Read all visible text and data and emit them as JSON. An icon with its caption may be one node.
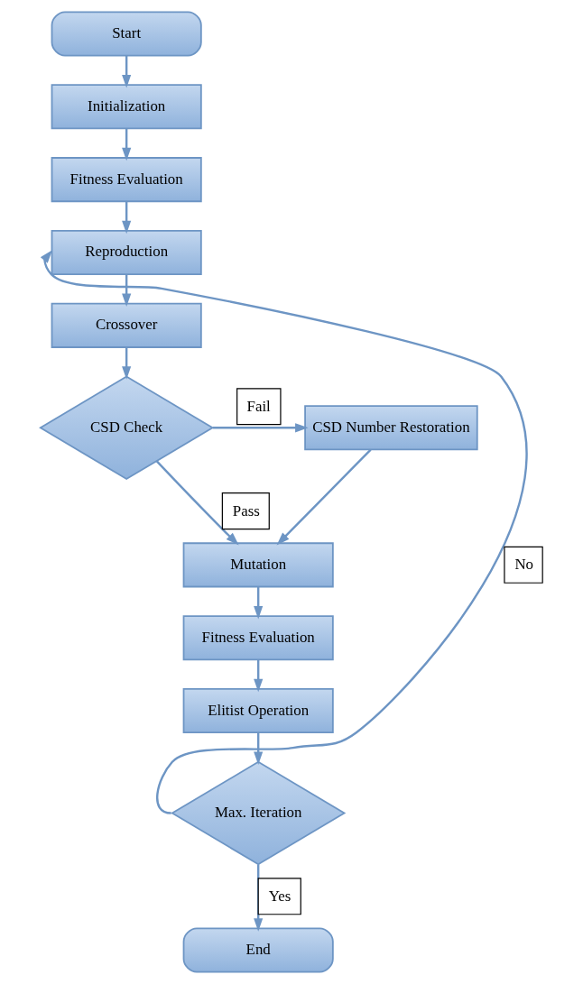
{
  "diagram": {
    "nodes": [
      {
        "text": [
          "Start"
        ]
      },
      {
        "text": [
          "Initialization"
        ]
      },
      {
        "text": [
          "Fitness Evaluation"
        ]
      },
      {
        "text": [
          "Reproduction"
        ]
      },
      {
        "text": [
          "Crossover"
        ]
      },
      {
        "text": [
          "CSD Check"
        ]
      },
      {
        "text": [
          "CSD Number Restoration"
        ]
      },
      {
        "text": [
          "Mutation"
        ]
      },
      {
        "text": [
          "Fitness Evaluation"
        ]
      },
      {
        "text": [
          "Elitist Operation"
        ]
      },
      {
        "text": [
          "Max. Iteration"
        ]
      },
      {
        "text": [
          "End"
        ]
      }
    ],
    "edges": [
      {
        "from": 0,
        "to": 1,
        "arrow": "to"
      },
      {
        "from": 1,
        "to": 2,
        "arrow": "to"
      },
      {
        "from": 2,
        "to": 3,
        "arrow": "to"
      },
      {
        "from": 3,
        "to": 4,
        "arrow": "to"
      },
      {
        "from": 4,
        "to": 5,
        "arrow": "to"
      },
      {
        "from": 5,
        "to": 6,
        "arrow": "to",
        "label": "Fail"
      },
      {
        "from": 5,
        "to": 7,
        "arrow": "to",
        "label": "Pass"
      },
      {
        "from": 6,
        "to": 7,
        "arrow": "to"
      },
      {
        "from": 7,
        "to": 8,
        "arrow": "to"
      },
      {
        "from": 8,
        "to": 9,
        "arrow": "to"
      },
      {
        "from": 9,
        "to": 10,
        "arrow": "to"
      },
      {
        "from": 10,
        "to": 3,
        "arrow": "to",
        "label": "No"
      },
      {
        "from": 10,
        "to": 11,
        "arrow": "to",
        "label": "Yes"
      }
    ]
  }
}
